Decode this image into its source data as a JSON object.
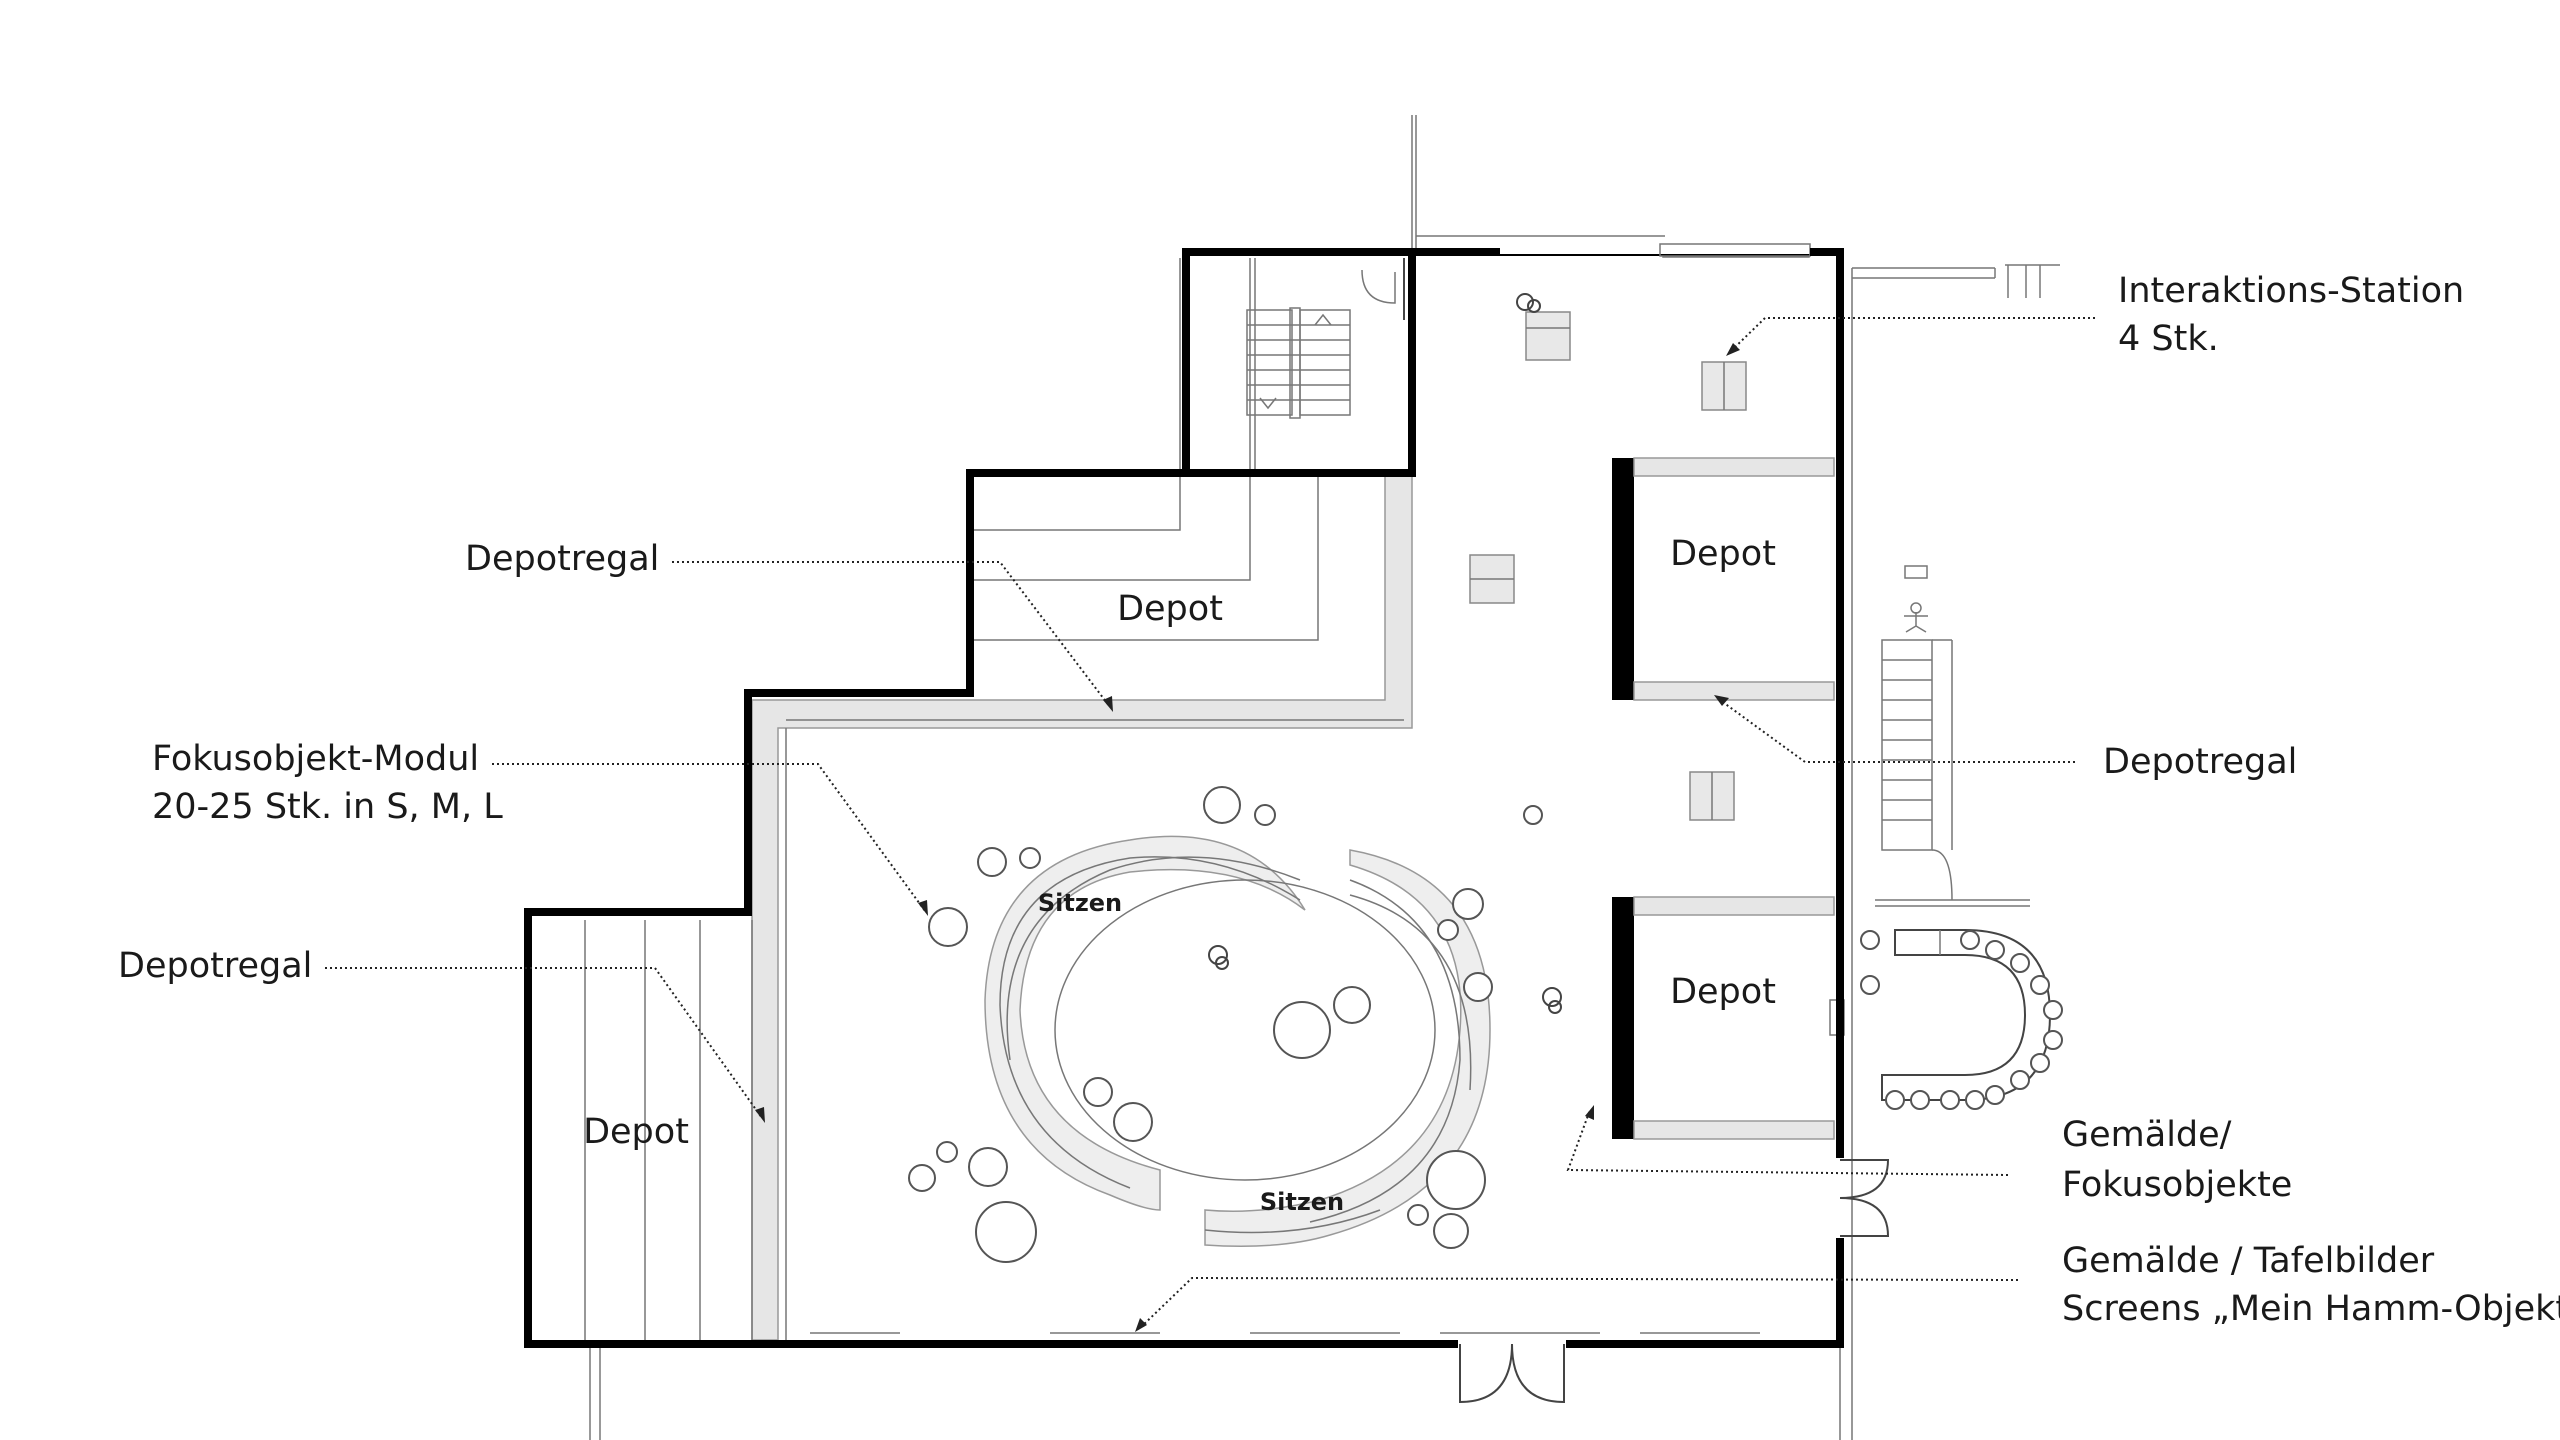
{
  "labels": {
    "interaktion_line1": "Interaktions-Station",
    "interaktion_line2": "4 Stk.",
    "depotregal_top": "Depotregal",
    "depotregal_right": "Depotregal",
    "depotregal_left": "Depotregal",
    "fokus_line1": "Fokusobjekt-Modul",
    "fokus_line2": "20-25 Stk. in S, M, L",
    "gemaelde_line1": "Gemälde/",
    "gemaelde_line2": "Fokusobjekte",
    "tafel_line1": "Gemälde / Tafelbilder",
    "tafel_line2": "Screens „Mein Hamm-Objekt“"
  },
  "rooms": {
    "depot_upper_left": "Depot",
    "depot_right_top": "Depot",
    "depot_right_bottom": "Depot",
    "depot_left": "Depot"
  },
  "seating": {
    "upper": "Sitzen",
    "lower": "Sitzen"
  },
  "colors": {
    "wall": "#000000",
    "shelf_fill": "#e6e6e6",
    "text": "#1a1a1a",
    "background": "#ffffff"
  }
}
